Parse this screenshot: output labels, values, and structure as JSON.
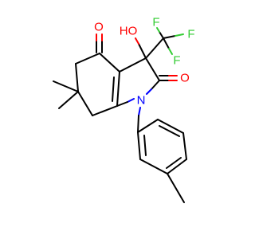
{
  "molecule": {
    "atoms": {
      "o_ketone": {
        "text": "O",
        "color": "#ff0000"
      },
      "o_hydroxyl": {
        "text": "HO",
        "color": "#ff0000"
      },
      "f_1": {
        "text": "F",
        "color": "#33cc33"
      },
      "f_2": {
        "text": "F",
        "color": "#33cc33"
      },
      "f_3": {
        "text": "F",
        "color": "#33cc33"
      },
      "o_lactam": {
        "text": "O",
        "color": "#ff0000"
      },
      "n_1": {
        "text": "N",
        "color": "#0000ff"
      }
    }
  }
}
